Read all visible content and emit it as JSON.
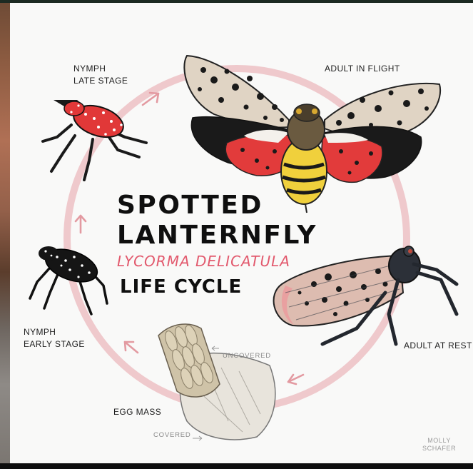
{
  "title": {
    "line1": "SPOTTED",
    "line2": "LANTERNFLY",
    "scientific_name": "LYCORMA DELICATULA",
    "subtitle": "LIFE CYCLE"
  },
  "stages": {
    "nymph_late": "NYMPH\nLATE STAGE",
    "adult_flight": "ADULT IN FLIGHT",
    "adult_rest": "ADULT AT REST",
    "egg_mass": "EGG MASS",
    "nymph_early": "NYMPH\nEARLY STAGE"
  },
  "egg_labels": {
    "uncovered": "UNCOVERED",
    "covered": "COVERED"
  },
  "signature": "MOLLY\nSCHAFER",
  "colors": {
    "cycle_ring": "#efc9cc",
    "arrow": "#e39aa1",
    "accent_red": "#e23b3b",
    "scientific_name": "#e2596d"
  }
}
